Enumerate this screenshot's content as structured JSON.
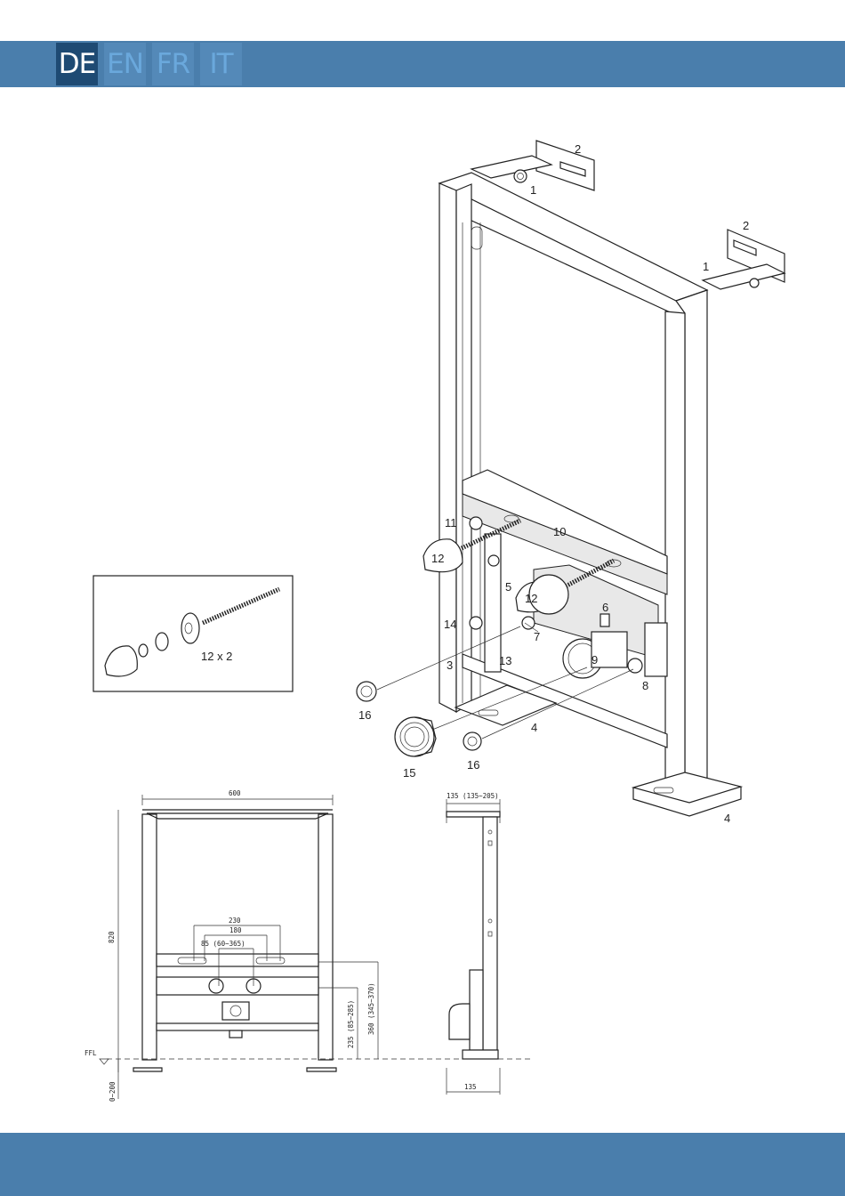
{
  "language_tabs": [
    {
      "label": "DE",
      "active": true
    },
    {
      "label": "EN",
      "active": false
    },
    {
      "label": "FR",
      "active": false
    },
    {
      "label": "IT",
      "active": false
    }
  ],
  "colors": {
    "header": "#4a7eac",
    "active_tab": "#1e4a73",
    "inactive_tab": "#5489b8",
    "inactive_text": "#6aa8dc"
  },
  "callouts": {
    "c1a": "1",
    "c1b": "1",
    "c2a": "2",
    "c2b": "2",
    "c3": "3",
    "c4a": "4",
    "c4b": "4",
    "c5": "5",
    "c6": "6",
    "c7": "7",
    "c8": "8",
    "c9": "9",
    "c10": "10",
    "c11": "11",
    "c12a": "12",
    "c12b": "12",
    "c13": "13",
    "c14": "14",
    "c15": "15",
    "c16a": "16",
    "c16b": "16"
  },
  "inset": {
    "label": "12 x 2"
  },
  "dimensions": {
    "width_600": "600",
    "height_820": "820",
    "d230": "230",
    "d180": "180",
    "d85": "85 (60~365)",
    "d235": "235 (85~285)",
    "d360": "360 (345~370)",
    "ffl": "FFL",
    "floor": "0~200",
    "depth_top": "135 (135~205)",
    "depth_bottom": "135"
  }
}
